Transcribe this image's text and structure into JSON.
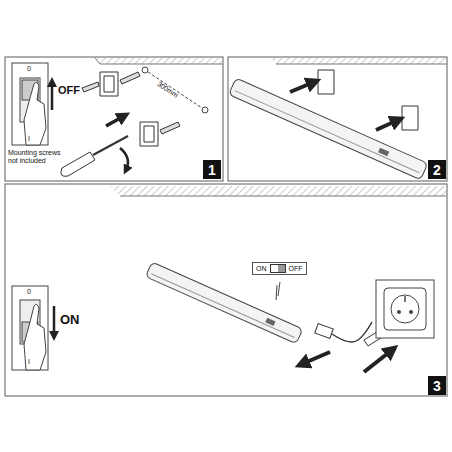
{
  "diagram": {
    "nodes": [
      {
        "text": [
          "1"
        ]
      },
      {
        "text": [
          "2"
        ]
      },
      {
        "text": [
          "ON",
          "OFF"
        ]
      },
      {
        "text": [
          "3"
        ]
      }
    ],
    "labels": [
      "0",
      "I",
      "OFF",
      "300mm",
      "Mounting screws not included",
      "0",
      "I",
      "ON"
    ]
  }
}
